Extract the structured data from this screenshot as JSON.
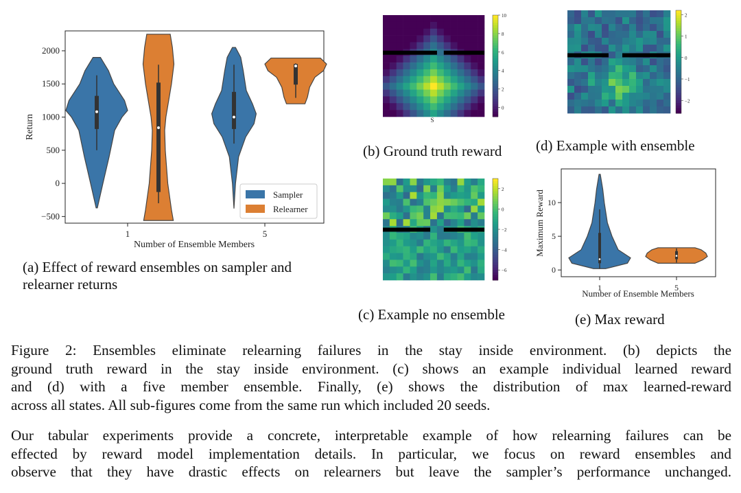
{
  "figure": {
    "panel_a": {
      "caption_lines": [
        "(a) Effect of reward ensembles on sampler and",
        "relearner returns"
      ]
    },
    "panel_b": {
      "caption": "(b) Ground truth reward",
      "start_marker": "S"
    },
    "panel_c": {
      "caption": "(c) Example no ensemble"
    },
    "panel_d": {
      "caption": "(d) Example with ensemble"
    },
    "panel_e": {
      "caption": "(e) Max reward"
    },
    "caption_lines": [
      "Figure 2: Ensembles eliminate relearning failures in the stay inside environment. (b) depicts the",
      "ground truth reward in the stay inside environment. (c) shows an example individual learned reward",
      "and (d) with a five member ensemble. Finally, (e) shows the distribution of max learned-reward",
      "across all states. All sub-figures come from the same run which included 20 seeds."
    ]
  },
  "body_text_lines": [
    "Our tabular experiments provide a concrete, interpretable example of how relearning failures can be",
    "effected by reward model implementation details. In particular, we focus on reward ensembles and",
    "observe that they have drastic effects on relearners but leave the sampler’s performance unchanged."
  ],
  "colors": {
    "sampler": "#3a75a8",
    "relearner": "#dc7f33"
  },
  "chart_data": [
    {
      "type": "violin",
      "xlabel": "Number of Ensemble Members",
      "ylabel": "Return",
      "categories": [
        "1",
        "5"
      ],
      "ylim": [
        -600,
        2300
      ],
      "yticks": [
        -500,
        0,
        500,
        1000,
        1500,
        2000
      ],
      "ytick_labels": [
        "−500",
        "0",
        "500",
        "1000",
        "1500",
        "2000"
      ],
      "legend": {
        "position": "bottom-right",
        "entries": [
          "Sampler",
          "Relearner"
        ]
      },
      "series": [
        {
          "name": "Sampler",
          "color": "#3a75a8",
          "distributions": [
            {
              "category": "1",
              "min": -370,
              "max": 1900,
              "q1": 820,
              "median": 1080,
              "q3": 1320,
              "whisker_low": 500,
              "whisker_high": 1630,
              "shape": [
                [
                  -370,
                  0.02
                ],
                [
                  0,
                  0.2
                ],
                [
                  400,
                  0.4
                ],
                [
                  800,
                  0.58
                ],
                [
                  1000,
                  0.82
                ],
                [
                  1100,
                  1.0
                ],
                [
                  1250,
                  0.9
                ],
                [
                  1500,
                  0.55
                ],
                [
                  1700,
                  0.38
                ],
                [
                  1900,
                  0.12
                ]
              ]
            },
            {
              "category": "5",
              "min": -380,
              "max": 2050,
              "q1": 820,
              "median": 1000,
              "q3": 1380,
              "whisker_low": 600,
              "whisker_high": 1790,
              "shape": [
                [
                  -380,
                  0.0
                ],
                [
                  0,
                  0.05
                ],
                [
                  400,
                  0.15
                ],
                [
                  700,
                  0.38
                ],
                [
                  900,
                  0.65
                ],
                [
                  1050,
                  0.72
                ],
                [
                  1200,
                  0.6
                ],
                [
                  1400,
                  0.4
                ],
                [
                  1700,
                  0.3
                ],
                [
                  1900,
                  0.22
                ],
                [
                  2050,
                  0.05
                ]
              ]
            }
          ]
        },
        {
          "name": "Relearner",
          "color": "#dc7f33",
          "distributions": [
            {
              "category": "1",
              "min": -560,
              "max": 2250,
              "q1": -130,
              "median": 840,
              "q3": 1520,
              "whisker_low": -300,
              "whisker_high": 1790,
              "shape": [
                [
                  -560,
                  0.48
                ],
                [
                  -400,
                  0.42
                ],
                [
                  0,
                  0.3
                ],
                [
                  500,
                  0.22
                ],
                [
                  800,
                  0.2
                ],
                [
                  1000,
                  0.24
                ],
                [
                  1500,
                  0.42
                ],
                [
                  1800,
                  0.5
                ],
                [
                  2050,
                  0.45
                ],
                [
                  2250,
                  0.38
                ]
              ]
            },
            {
              "category": "5",
              "min": 1200,
              "max": 1890,
              "q1": 1490,
              "median": 1770,
              "q3": 1800,
              "whisker_low": 1290,
              "whisker_high": 1810,
              "shape": [
                [
                  1200,
                  0.3
                ],
                [
                  1300,
                  0.38
                ],
                [
                  1450,
                  0.45
                ],
                [
                  1600,
                  0.62
                ],
                [
                  1700,
                  0.9
                ],
                [
                  1800,
                  1.0
                ],
                [
                  1890,
                  0.8
                ]
              ]
            }
          ]
        }
      ]
    },
    {
      "type": "heatmap",
      "panel": "b",
      "rows": 15,
      "cols": 15,
      "colorbar_ticks": [
        "10",
        "8",
        "6",
        "4",
        "2",
        "0"
      ],
      "colorbar_range": [
        -1,
        10
      ],
      "wall_row": 5,
      "wall_gap_cols": [
        8
      ],
      "peak": {
        "row": 10,
        "col": 7,
        "value": 10
      }
    },
    {
      "type": "heatmap",
      "panel": "c",
      "rows": 15,
      "cols": 15,
      "colorbar_ticks": [
        "2",
        "0",
        "−2",
        "−4",
        "−6"
      ],
      "colorbar_range": [
        -7,
        3
      ],
      "wall_row": 7,
      "wall_gap_cols": [
        7,
        8
      ]
    },
    {
      "type": "heatmap",
      "panel": "d",
      "rows": 15,
      "cols": 15,
      "colorbar_ticks": [
        "2",
        "1",
        "0",
        "−1",
        "−2"
      ],
      "colorbar_range": [
        -2.6,
        2.2
      ],
      "wall_row": 6,
      "wall_gap_cols": [
        6,
        7
      ]
    },
    {
      "type": "violin",
      "panel": "e",
      "xlabel": "Number of Ensemble Members",
      "ylabel": "Maximum Reward",
      "categories": [
        "1",
        "5"
      ],
      "ylim": [
        -1,
        15
      ],
      "yticks": [
        0,
        5,
        10
      ],
      "ytick_labels": [
        "0",
        "5",
        "10"
      ],
      "series": [
        {
          "name": "Sampler",
          "color": "#3a75a8",
          "distributions": [
            {
              "category": "1",
              "min": 0.2,
              "max": 14.2,
              "q1": 1.0,
              "median": 1.6,
              "q3": 5.5,
              "whisker_low": 0.2,
              "whisker_high": 9.0,
              "shape": [
                [
                  0.2,
                  0.2
                ],
                [
                  1,
                  0.9
                ],
                [
                  1.8,
                  1.0
                ],
                [
                  3,
                  0.6
                ],
                [
                  5,
                  0.4
                ],
                [
                  7,
                  0.25
                ],
                [
                  10,
                  0.15
                ],
                [
                  12,
                  0.1
                ],
                [
                  14.2,
                  0.02
                ]
              ]
            }
          ]
        },
        {
          "name": "Relearner",
          "color": "#dc7f33",
          "distributions": [
            {
              "category": "5",
              "min": 1.0,
              "max": 3.3,
              "q1": 1.6,
              "median": 2.1,
              "q3": 2.8,
              "whisker_low": 1.1,
              "whisker_high": 3.2,
              "shape": [
                [
                  1.0,
                  0.6
                ],
                [
                  1.5,
                  0.85
                ],
                [
                  2.0,
                  1.0
                ],
                [
                  2.5,
                  0.95
                ],
                [
                  3.0,
                  0.8
                ],
                [
                  3.3,
                  0.6
                ]
              ]
            }
          ]
        }
      ]
    }
  ]
}
